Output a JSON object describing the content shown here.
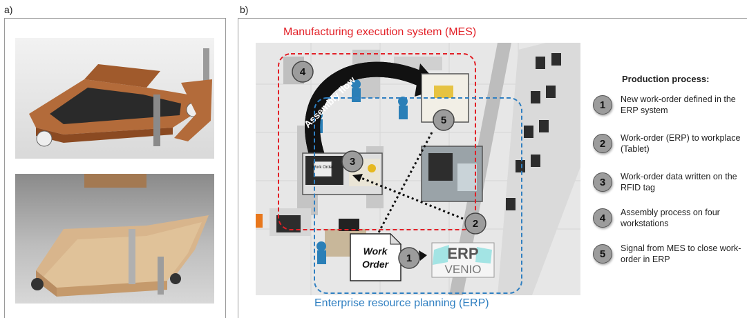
{
  "panels": {
    "a_label": "a)",
    "b_label": "b)"
  },
  "diagram": {
    "mes_label": "Manufacturing execution system (MES)",
    "erp_label": "Enterprise resource planning (ERP)",
    "assembly_flow": "Assembly flow",
    "work_order_line1": "Work",
    "work_order_line2": "Order",
    "tablet_card": "Work Order",
    "erp_logo_top": "ERP",
    "erp_logo_bottom": "VENIO",
    "markers": [
      "1",
      "2",
      "3",
      "4",
      "5"
    ]
  },
  "legend": {
    "title": "Production process:",
    "steps": [
      {
        "num": "1",
        "text": "New work-order defined in the ERP system"
      },
      {
        "num": "2",
        "text": "Work-order (ERP) to workplace (Tablet)"
      },
      {
        "num": "3",
        "text": "Work-order data written on the RFID tag"
      },
      {
        "num": "4",
        "text": "Assembly process on four workstations"
      },
      {
        "num": "5",
        "text": "Signal from MES to close work-order in ERP"
      }
    ]
  },
  "colors": {
    "mes": "#e21f26",
    "erp": "#2f7fc1",
    "marker": "#9c9c9c"
  }
}
